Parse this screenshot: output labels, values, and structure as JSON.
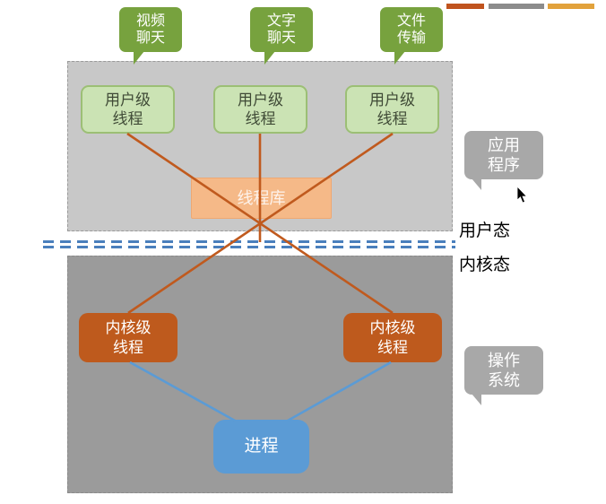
{
  "decoration": {
    "bar_colors": [
      "#C0531E",
      "#8C8C8C",
      "#E2A23C"
    ]
  },
  "top_callouts": [
    {
      "line1": "视频",
      "line2": "聊天"
    },
    {
      "line1": "文字",
      "line2": "聊天"
    },
    {
      "line1": "文件",
      "line2": "传输"
    }
  ],
  "user_threads": [
    {
      "line1": "用户级",
      "line2": "线程"
    },
    {
      "line1": "用户级",
      "line2": "线程"
    },
    {
      "line1": "用户级",
      "line2": "线程"
    }
  ],
  "thread_library": {
    "label": "线程库"
  },
  "side_callouts": {
    "application": {
      "line1": "应用",
      "line2": "程序"
    },
    "os": {
      "line1": "操作",
      "line2": "系统"
    }
  },
  "mode_labels": {
    "user_mode": "用户态",
    "kernel_mode": "内核态"
  },
  "kernel_threads": [
    {
      "line1": "内核级",
      "line2": "线程"
    },
    {
      "line1": "内核级",
      "line2": "线程"
    }
  ],
  "process": {
    "label": "进程"
  },
  "colors": {
    "green_callout": "#77A23E",
    "user_thread_fill": "#CBE3B4",
    "user_thread_border": "#9CBF75",
    "user_area_fill": "#C8C8C8",
    "kernel_area_fill": "#9B9B9B",
    "thread_library_fill": "#F5B988",
    "kernel_thread_fill": "#BE5A1D",
    "process_fill": "#5B9BD5",
    "gray_callout_fill": "#A8A8A8",
    "orange_line": "#C05A1E",
    "blue_line": "#5B9BD5",
    "separator_dash": "#4A7FBC"
  }
}
